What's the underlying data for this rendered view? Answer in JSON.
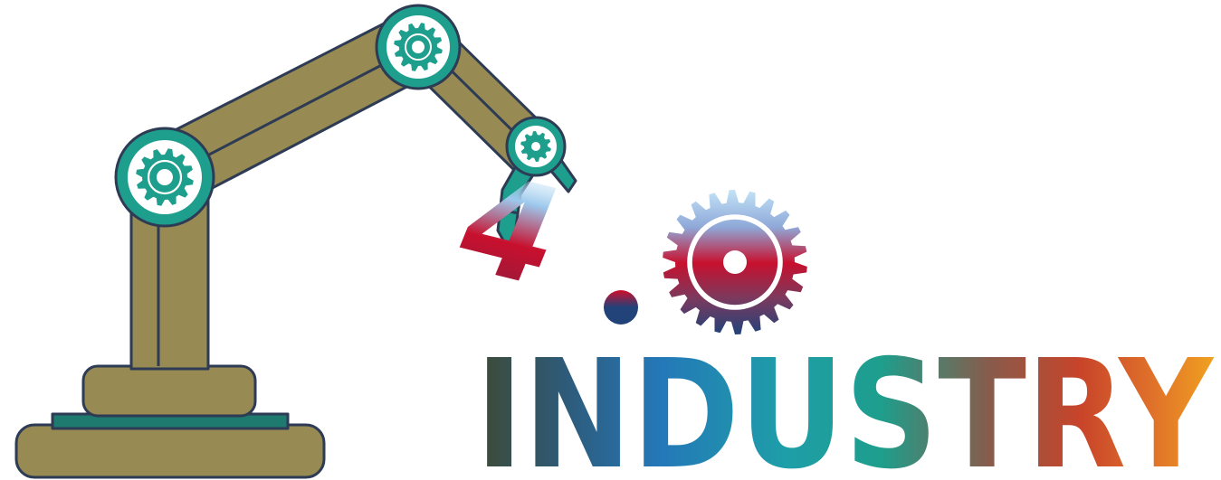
{
  "logo": {
    "version_digit": "4",
    "version_dot": ".",
    "version_zero": "0",
    "word": "INDUSTRY"
  },
  "colors": {
    "robot_arm": "#978A52",
    "robot_outline": "#2E3B55",
    "joint": "#1E9E8C",
    "base_stripe": "#1E7A6E",
    "gripper": "#1E9E8C",
    "version_red": "#C8102E",
    "version_navy": "#22427A",
    "version_light": "#BFE0F5",
    "word_gradient": [
      "#3E4A34",
      "#2E5A78",
      "#2478B8",
      "#1E9E9E",
      "#1E9E8C",
      "#8A5A4A",
      "#C8442A",
      "#E0722A",
      "#F0A020"
    ]
  },
  "icons": [
    "robot-arm-icon",
    "gear-icon"
  ]
}
